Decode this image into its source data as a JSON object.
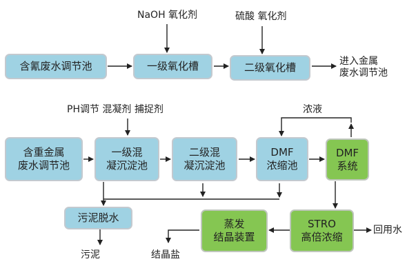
{
  "nodes": {
    "cyanide_tank": "含氰废水调节池",
    "primary_oxidation": "一级氧化槽",
    "secondary_oxidation": "二级氧化槽",
    "heavy_metal_tank": "含重金属\n废水调节池",
    "primary_coag": "一级混\n凝沉淀池",
    "secondary_coag": "二级混\n凝沉淀池",
    "dmf_tank": "DMF\n浓缩池",
    "dmf_system": "DMF\n系统",
    "sludge_dewater": "污泥脱水",
    "evap_crystal": "蒸发\n结晶装置",
    "stro": "STRO\n高倍浓缩"
  },
  "labels": {
    "naoh_oxidant": "NaOH 氧化剂",
    "acid_oxidant": "硫酸 氧化剂",
    "to_metal_tank": "进入金属\n废水调节池",
    "reagents": "PH调节 混凝剂 捕捉剂",
    "concentrate": "浓液",
    "reuse_water": "回用水",
    "sludge": "污泥",
    "crystal_salt": "结晶盐"
  },
  "colors": {
    "process_node": "#9fd2e3",
    "system_node": "#85c652",
    "border": "#c3c9cf",
    "arrow": "#222222"
  }
}
